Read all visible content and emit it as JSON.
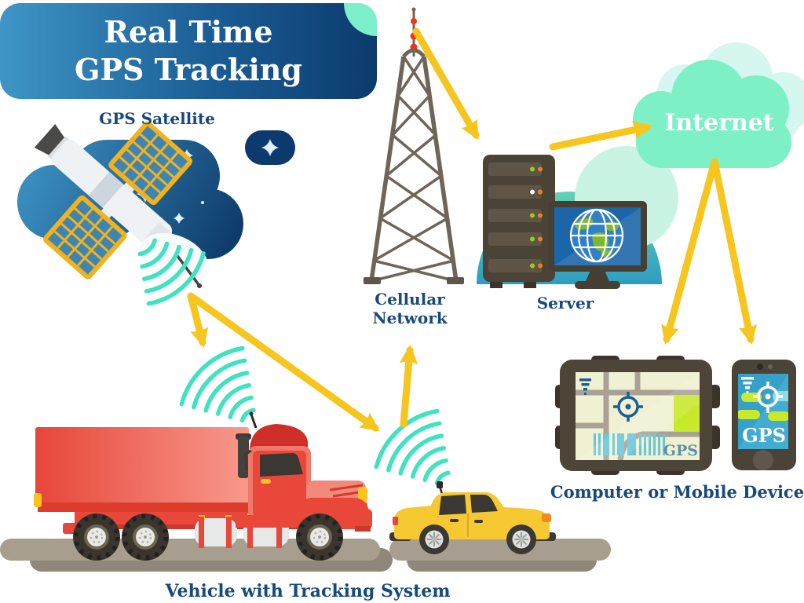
{
  "title": {
    "line1": "Real Time",
    "line2": "GPS Tracking"
  },
  "labels": {
    "satellite": "GPS Satellite",
    "cellular_line1": "Cellular",
    "cellular_line2": "Network",
    "server": "Server",
    "internet": "Internet",
    "devices": "Computer or Mobile Device",
    "vehicle": "Vehicle with Tracking System"
  },
  "screens": {
    "tablet_gps": "GPS",
    "phone_gps": "GPS"
  },
  "colors": {
    "arrow_yellow": "#F6C51E",
    "signal_teal": "#3FE3C0",
    "label_navy": "#17497E",
    "title_gradient_start": "#3E95C6",
    "title_gradient_end": "#0C3A6D",
    "corner_fold_mint": "#7DF0CB",
    "cloud_mint": "#7DF0C6",
    "cloud_back_pale": "#D6F6F0",
    "truck_red": "#E8483A",
    "car_yellow": "#F6C832",
    "tower_brown": "#6E6557",
    "server_brown": "#4A4336",
    "road_grey": "#A89E90"
  }
}
